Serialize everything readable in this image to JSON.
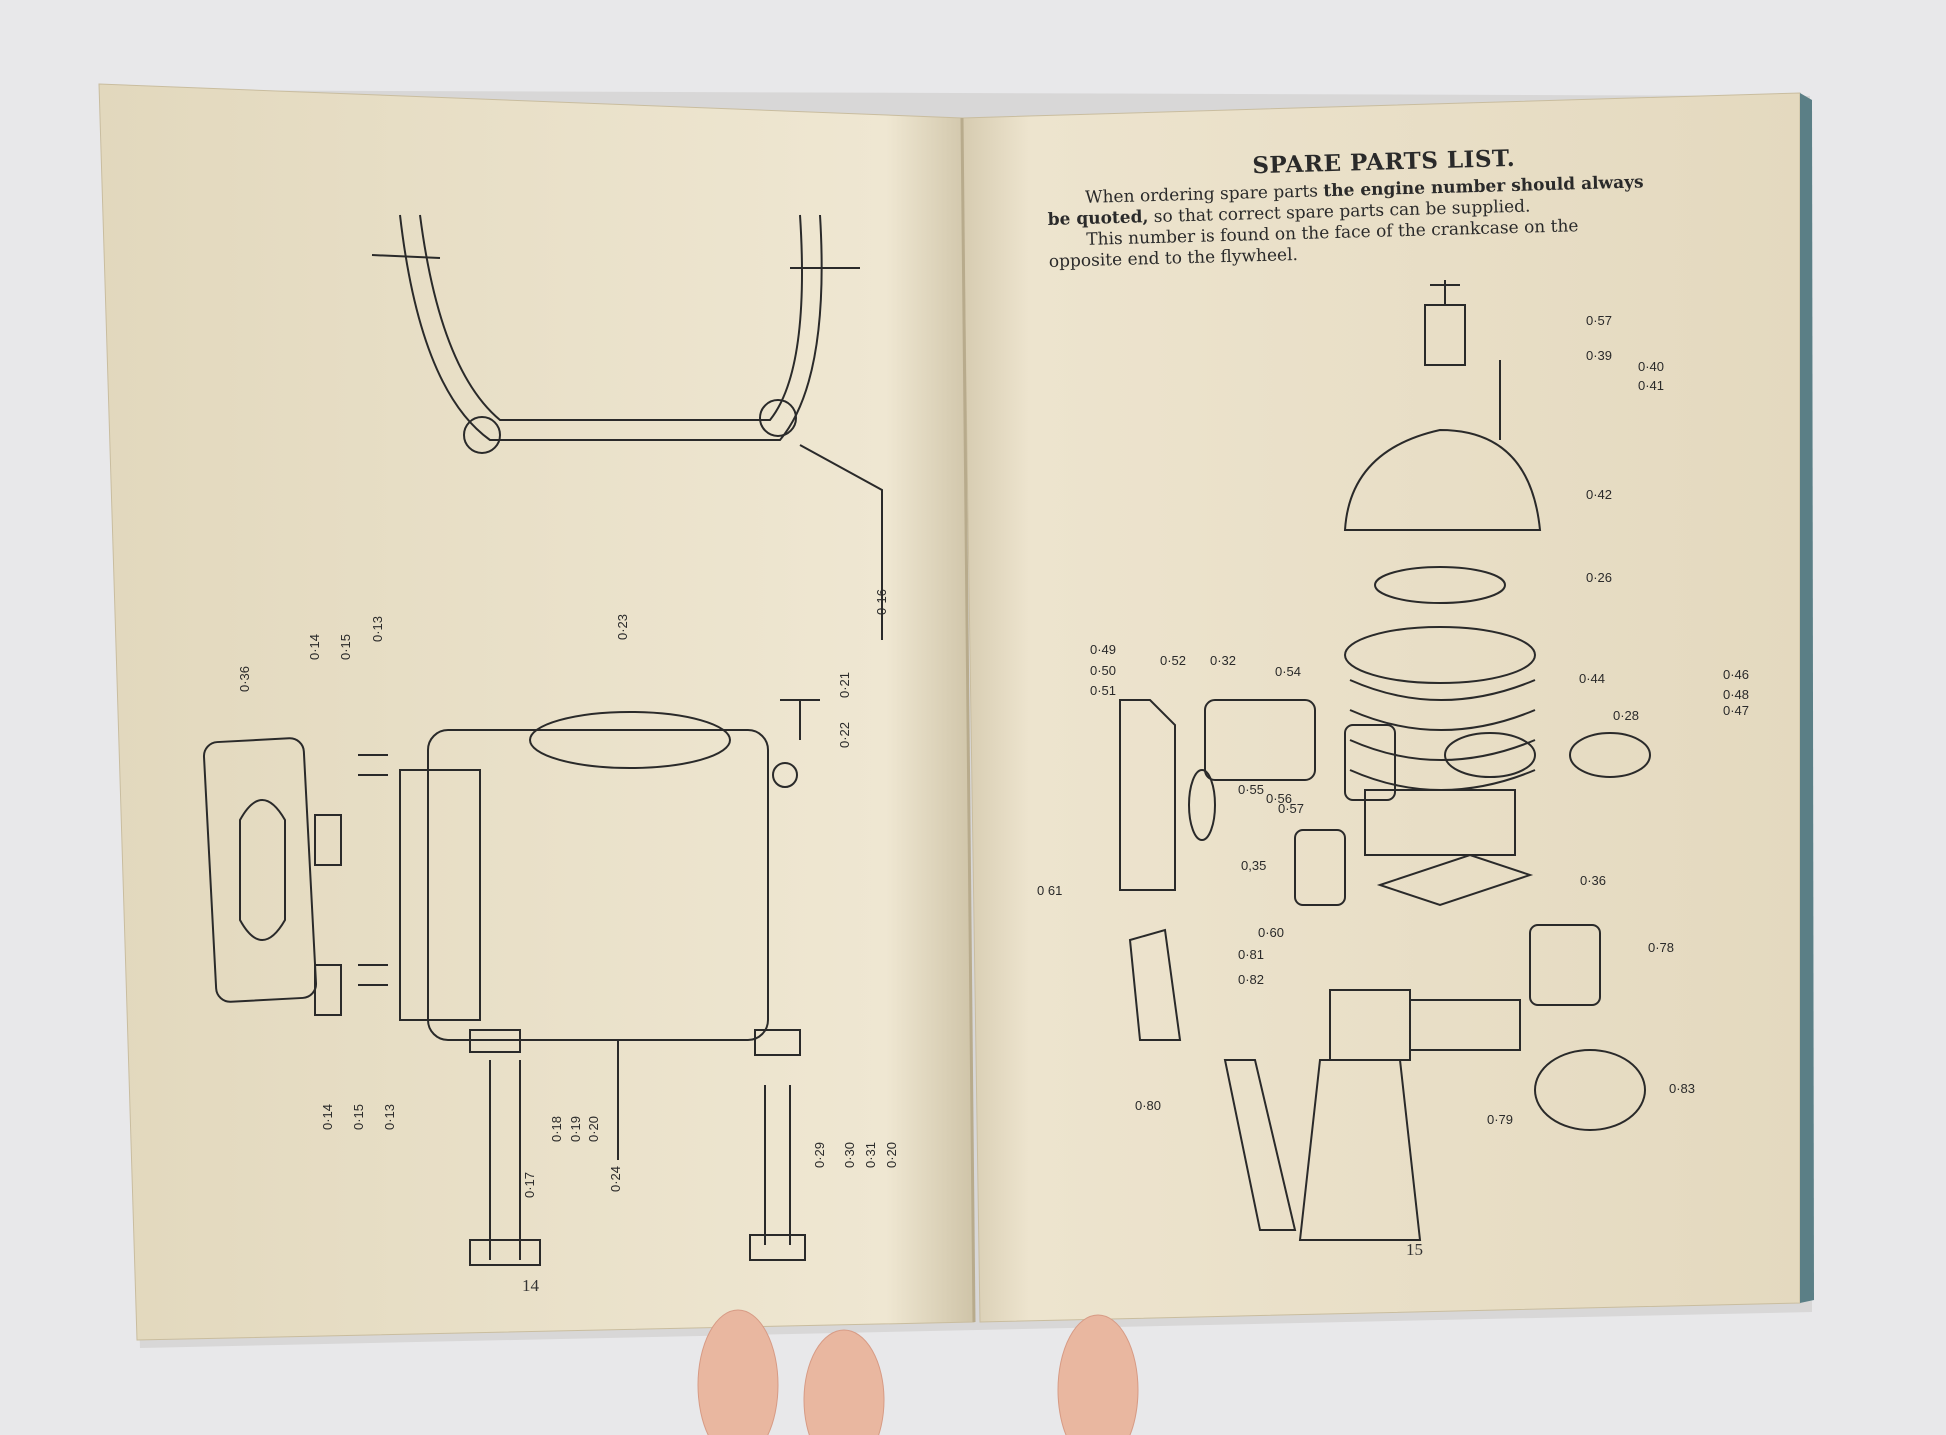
{
  "right_page": {
    "title": "SPARE PARTS LIST.",
    "para1_a": "When ordering spare parts ",
    "para1_b": "the engine number should always",
    "para1_c": "be quoted,",
    "para1_d": " so that correct spare parts can be supplied.",
    "para2_a": "This number is found on the face of the crankcase on the",
    "para2_b": "opposite end to the flywheel.",
    "page_number": "15",
    "part_labels": [
      "0·57",
      "0·39",
      "0·40",
      "0·41",
      "0·42",
      "0·26",
      "0·49",
      "0·50",
      "0·51",
      "0·52",
      "0·32",
      "0·54",
      "0·44",
      "0·46",
      "0·48",
      "0·47",
      "0·28",
      "0·55",
      "0·56",
      "0·57",
      "0,35",
      "0·36",
      "0 61",
      "0·60",
      "0·81",
      "0·82",
      "0·78",
      "0·83",
      "0·80",
      "0·79"
    ]
  },
  "left_page": {
    "page_number": "14",
    "part_labels": [
      "0·36",
      "0·14",
      "0·15",
      "0·13",
      "0·23",
      "0·16",
      "0·21",
      "0·22",
      "0·14",
      "0·15",
      "0·13",
      "0·18",
      "0·19",
      "0·20",
      "0·17",
      "0·24",
      "0·29",
      "0·30",
      "0·31",
      "0·20"
    ]
  },
  "colors": {
    "paper": "#ece3cc",
    "background": "#e6e6e8",
    "ink": "#2a2a2a"
  }
}
